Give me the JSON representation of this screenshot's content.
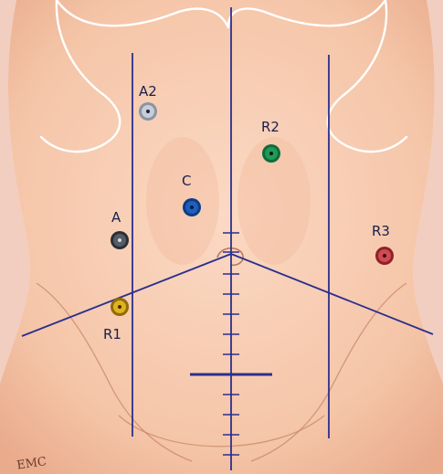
{
  "diagram": {
    "ports": [
      {
        "id": "A2",
        "label": "A2",
        "color": "#c9ced6",
        "ring": "#8a94a3"
      },
      {
        "id": "R2",
        "label": "R2",
        "color": "#1f9a57",
        "ring": "#0f6b3a"
      },
      {
        "id": "C",
        "label": "C",
        "color": "#1d5fbf",
        "ring": "#0d3c84"
      },
      {
        "id": "A",
        "label": "A",
        "color": "#555c66",
        "ring": "#2b2f35"
      },
      {
        "id": "R3",
        "label": "R3",
        "color": "#d04a52",
        "ring": "#8e2129"
      },
      {
        "id": "R1",
        "label": "R1",
        "color": "#e0b21e",
        "ring": "#8f6c06"
      }
    ],
    "logo_text": "EMC",
    "colors": {
      "skin": "#f7cdb3",
      "skin_shadow": "#e9a98b",
      "line_blue": "#2a2f8f",
      "outline": "#c98a6e"
    }
  }
}
